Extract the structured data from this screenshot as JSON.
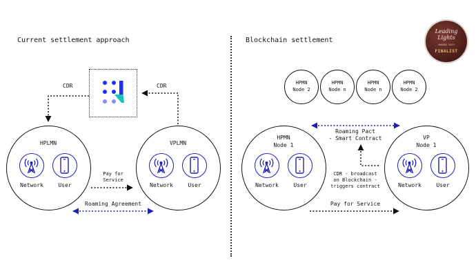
{
  "left": {
    "title": "Current settlement approach",
    "hplmn": "HPLMN",
    "vplmn": "VPLMN",
    "cdr_left": "CDR",
    "cdr_right": "CDR",
    "network": "Network",
    "user": "User",
    "pay_for_service_1": "Pay for",
    "pay_for_service_2": "Service",
    "roaming_agreement": "Roaming Agreement"
  },
  "right": {
    "title": "Blockchain settlement",
    "nodes": [
      "HPMN\nNode 2",
      "HPMN\nNode n",
      "HPMN\nNode n",
      "HPMN\nNode 2"
    ],
    "node_lines": [
      [
        "HPMN",
        "Node 2"
      ],
      [
        "HPMN",
        "Node n"
      ],
      [
        "HPMN",
        "Node n"
      ],
      [
        "HPMN",
        "Node 2"
      ]
    ],
    "hpmn_line1": "HPMN",
    "hpmn_line2": "Node 1",
    "vp_line1": "VP",
    "vp_line2": "Node 1",
    "roaming_pact_1": "Roaming Pact",
    "roaming_pact_2": "- Smart Contract",
    "cdr_broadcast_1": "CDR - broadcast",
    "cdr_broadcast_2": "on Blockchain -",
    "cdr_broadcast_3": "triggers contract",
    "pay_for_service": "Pay for Service",
    "network": "Network",
    "user": "User"
  },
  "badge": {
    "line1": "Leading",
    "line2": "Lights",
    "line3": "AWARDS 2019",
    "line4": "FINALIST"
  },
  "colors": {
    "blue": "#1f1fb4",
    "ink": "#111111",
    "logo_blue": "#1a2fff",
    "logo_teal": "#19c5b5"
  },
  "icons": {
    "tower": "cell-tower-icon",
    "phone": "mobile-phone-icon",
    "logo": "logo-icon"
  }
}
